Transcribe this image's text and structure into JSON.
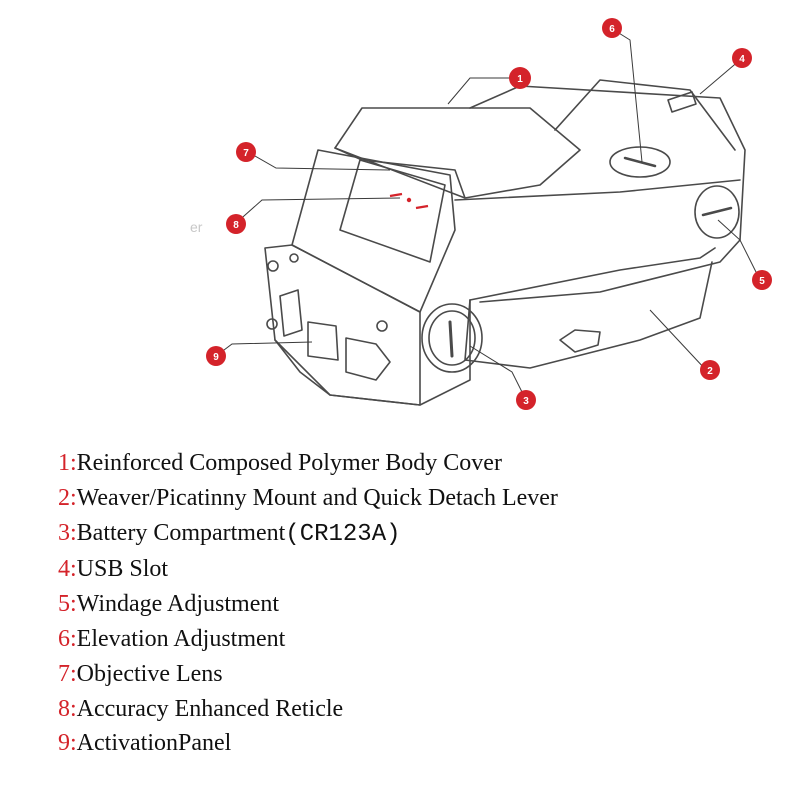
{
  "colors": {
    "accent": "#d4232a",
    "outline": "#4a4a4a",
    "text": "#111111"
  },
  "callouts": [
    {
      "id": "1",
      "target": "body-cover"
    },
    {
      "id": "2",
      "target": "mount"
    },
    {
      "id": "3",
      "target": "battery-cap"
    },
    {
      "id": "4",
      "target": "usb-slot"
    },
    {
      "id": "5",
      "target": "windage-knob"
    },
    {
      "id": "6",
      "target": "elevation-knob"
    },
    {
      "id": "7",
      "target": "objective-lens"
    },
    {
      "id": "8",
      "target": "reticle"
    },
    {
      "id": "9",
      "target": "activation-panel"
    }
  ],
  "legend": [
    {
      "num": "1:",
      "label": "Reinforced Composed Polymer Body Cover"
    },
    {
      "num": "2:",
      "label": "Weaver/Picatinny Mount and Quick Detach Lever"
    },
    {
      "num": "3:",
      "label": "Battery Compartment",
      "extra": "(CR123A)"
    },
    {
      "num": "4:",
      "label": "USB Slot"
    },
    {
      "num": "5:",
      "label": "Windage Adjustment"
    },
    {
      "num": "6:",
      "label": "Elevation Adjustment"
    },
    {
      "num": "7:",
      "label": "Objective Lens"
    },
    {
      "num": "8:",
      "label": "Accuracy Enhanced Reticle"
    },
    {
      "num": "9:",
      "label": "ActivationPanel"
    }
  ]
}
